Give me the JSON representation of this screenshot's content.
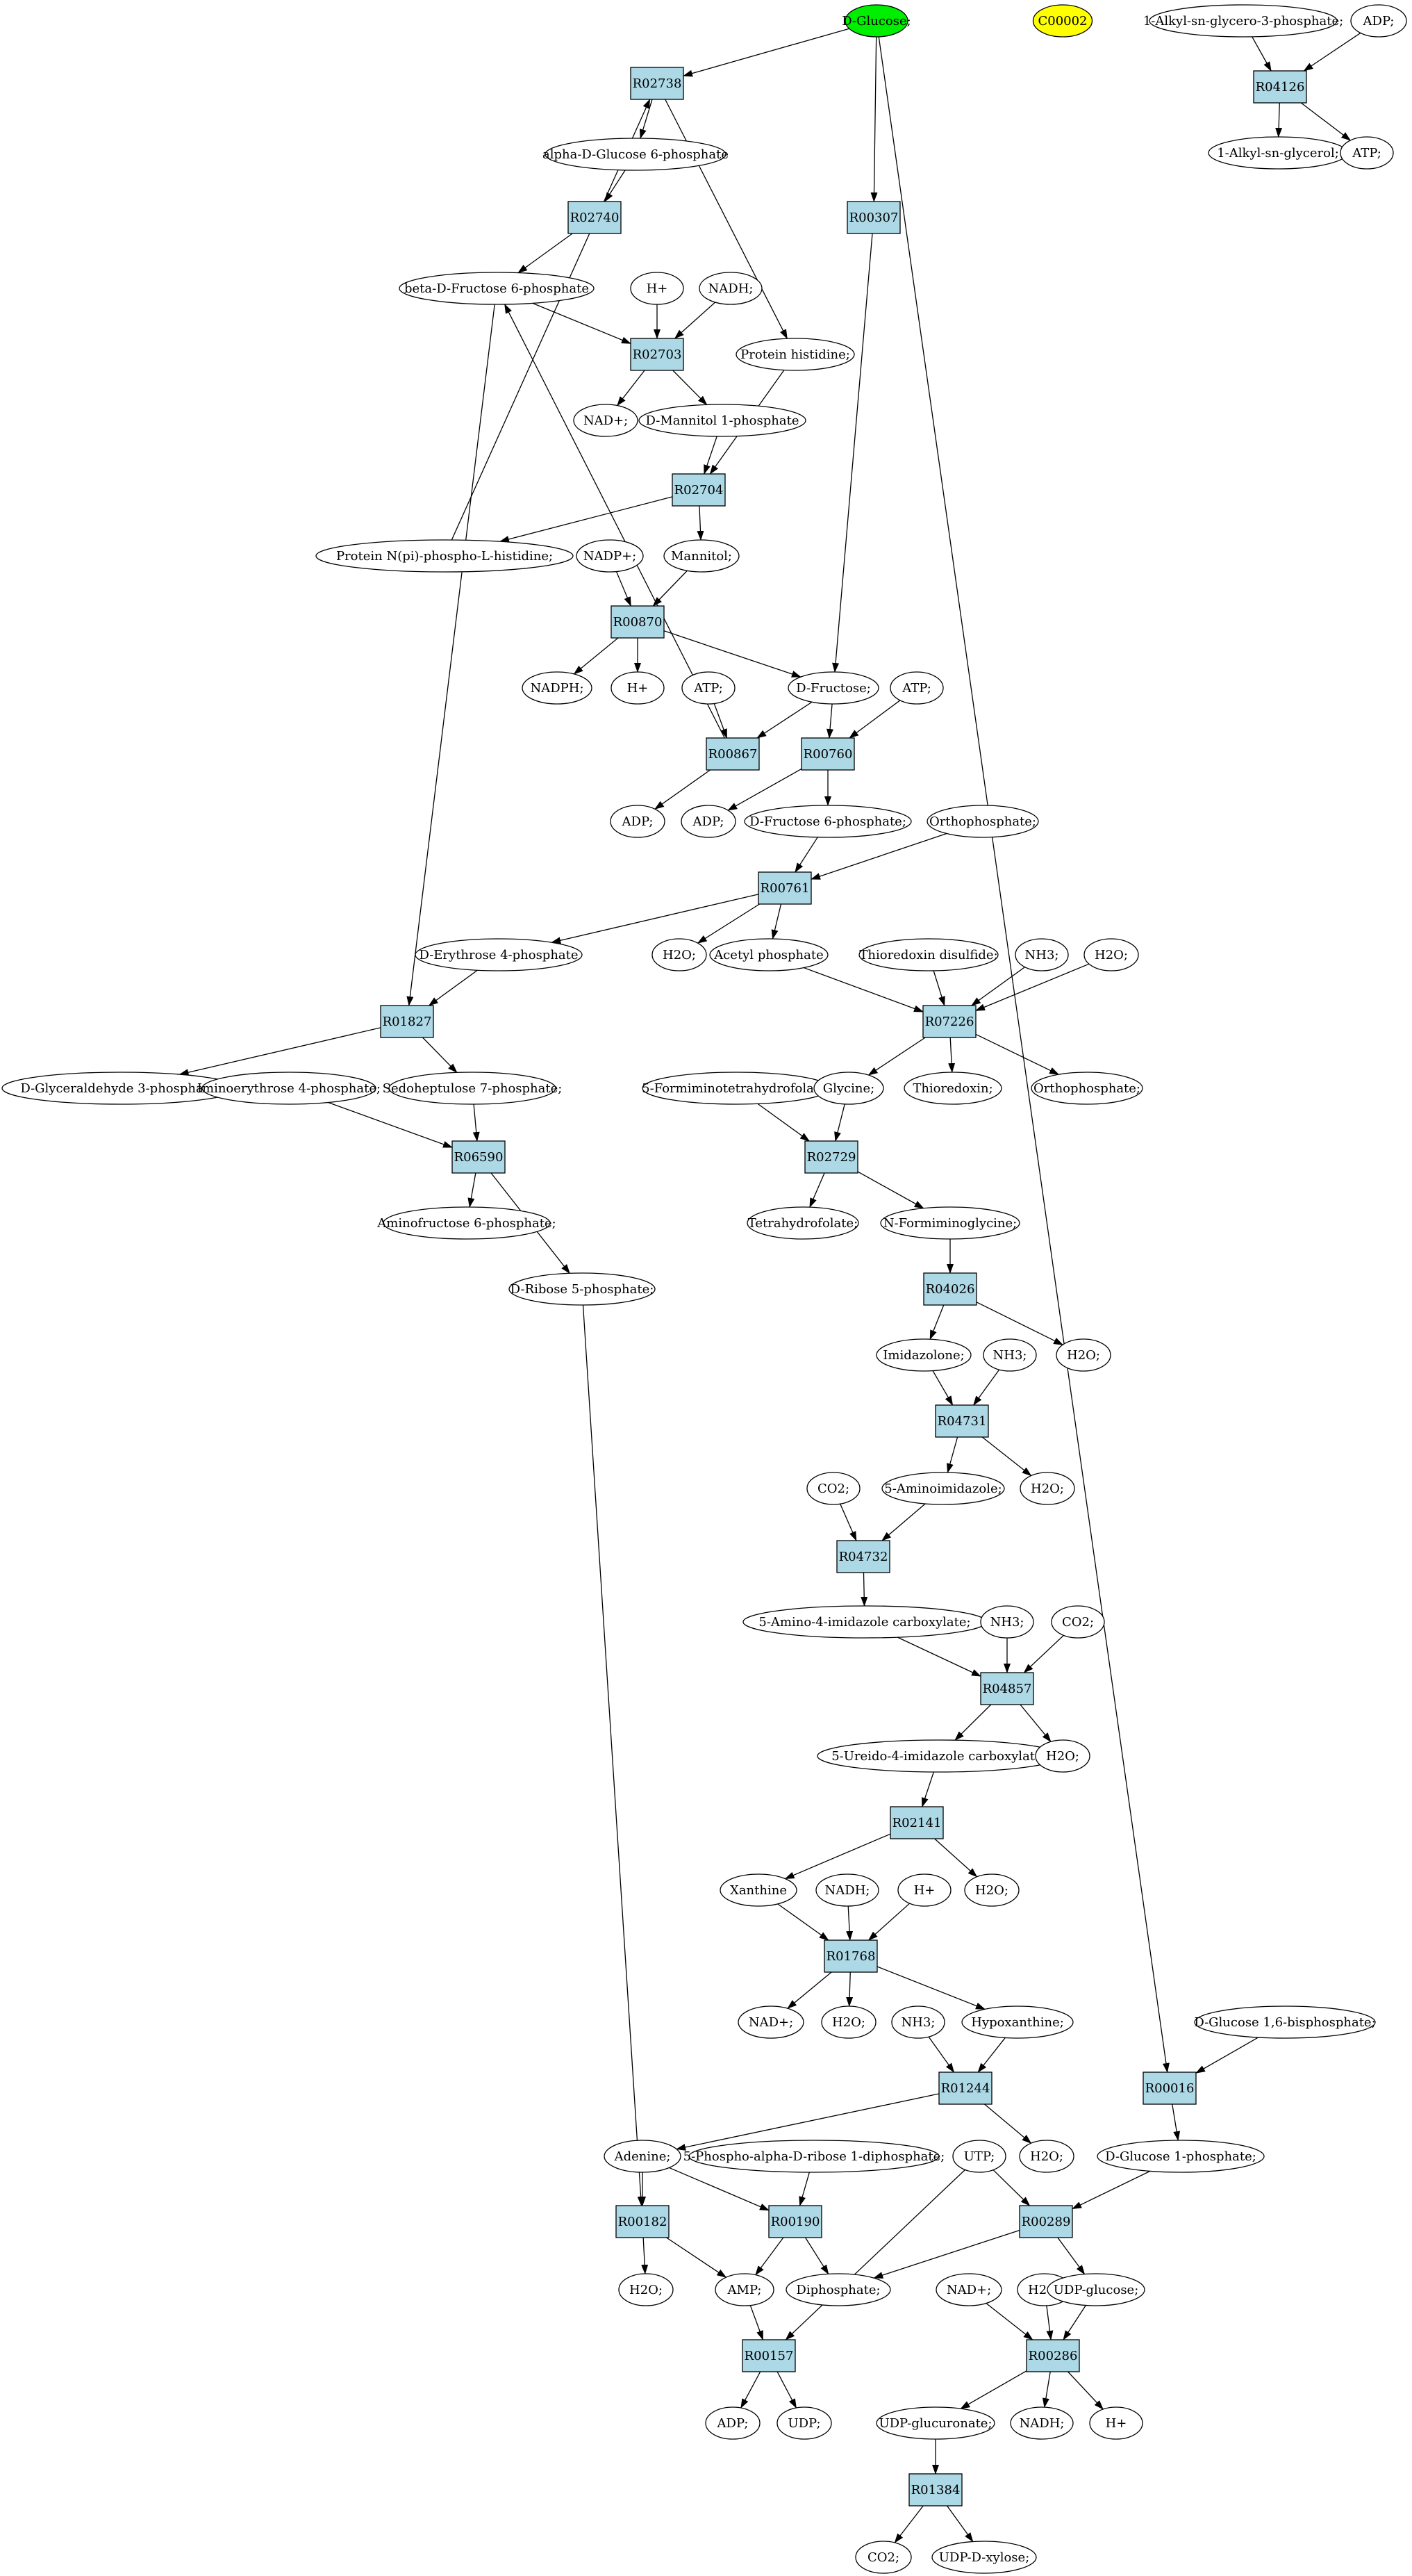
{
  "colors": {
    "metabolite_fill": "#ffffff",
    "reaction_fill": "#add8e6",
    "highlight_fill": "#00ee00",
    "unconnected_fill": "#ffff00",
    "edge": "#000000"
  },
  "metabolites": [
    {
      "id": "m_dglucose",
      "label": "D-Glucose;",
      "fill": "highlight"
    },
    {
      "id": "m_c00002",
      "label": "C00002",
      "fill": "unconnected"
    },
    {
      "id": "m_alkylglycero3p",
      "label": "1-Alkyl-sn-glycero-3-phosphate;"
    },
    {
      "id": "m_adp_top",
      "label": "ADP;"
    },
    {
      "id": "m_alkylglycerol",
      "label": "1-Alkyl-sn-glycerol;"
    },
    {
      "id": "m_atp_top",
      "label": "ATP;"
    },
    {
      "id": "m_aglc6p",
      "label": "alpha-D-Glucose 6-phosphate"
    },
    {
      "id": "m_bfru6p",
      "label": "beta-D-Fructose 6-phosphate"
    },
    {
      "id": "m_hplus1",
      "label": "H+"
    },
    {
      "id": "m_nadh1",
      "label": "NADH;"
    },
    {
      "id": "m_prothis",
      "label": "Protein histidine;"
    },
    {
      "id": "m_nad1",
      "label": "NAD+;"
    },
    {
      "id": "m_mannitol1p",
      "label": "D-Mannitol 1-phosphate"
    },
    {
      "id": "m_protnpi",
      "label": "Protein N(pi)-phospho-L-histidine;"
    },
    {
      "id": "m_nadp",
      "label": "NADP+;"
    },
    {
      "id": "m_mannitol",
      "label": "Mannitol;"
    },
    {
      "id": "m_nadph",
      "label": "NADPH;"
    },
    {
      "id": "m_hplus2",
      "label": "H+"
    },
    {
      "id": "m_atp1",
      "label": "ATP;"
    },
    {
      "id": "m_dfructose",
      "label": "D-Fructose;"
    },
    {
      "id": "m_atp2",
      "label": "ATP;"
    },
    {
      "id": "m_adp1",
      "label": "ADP;"
    },
    {
      "id": "m_adp2",
      "label": "ADP;"
    },
    {
      "id": "m_dfru6p",
      "label": "D-Fructose 6-phosphate;"
    },
    {
      "id": "m_orthop1",
      "label": "Orthophosphate;"
    },
    {
      "id": "m_ery4p",
      "label": "D-Erythrose 4-phosphate"
    },
    {
      "id": "m_h2o_a",
      "label": "H2O;"
    },
    {
      "id": "m_acetylp",
      "label": "Acetyl phosphate"
    },
    {
      "id": "m_thiodis",
      "label": "Thioredoxin disulfide;"
    },
    {
      "id": "m_nh3_a",
      "label": "NH3;"
    },
    {
      "id": "m_h2o_b",
      "label": "H2O;"
    },
    {
      "id": "m_gap",
      "label": "D-Glyceraldehyde 3-phosphate;"
    },
    {
      "id": "m_iminoery",
      "label": "Iminoerythrose 4-phosphate;"
    },
    {
      "id": "m_sed7p",
      "label": "Sedoheptulose 7-phosphate;"
    },
    {
      "id": "m_formthf",
      "label": "5-Formiminotetrahydrofolate;"
    },
    {
      "id": "m_glycine",
      "label": "Glycine;"
    },
    {
      "id": "m_thioredoxin",
      "label": "Thioredoxin;"
    },
    {
      "id": "m_orthop2",
      "label": "Orthophosphate;"
    },
    {
      "id": "m_aminofru6p",
      "label": "Aminofructose 6-phosphate;"
    },
    {
      "id": "m_thf",
      "label": "Tetrahydrofolate;"
    },
    {
      "id": "m_formgly",
      "label": "N-Formiminoglycine;"
    },
    {
      "id": "m_ribose5p",
      "label": "D-Ribose 5-phosphate;"
    },
    {
      "id": "m_imidazolone",
      "label": "Imidazolone;"
    },
    {
      "id": "m_nh3_b",
      "label": "NH3;"
    },
    {
      "id": "m_h2o_c",
      "label": "H2O;"
    },
    {
      "id": "m_co2_a",
      "label": "CO2;"
    },
    {
      "id": "m_aminoimid",
      "label": "5-Aminoimidazole;"
    },
    {
      "id": "m_h2o_d",
      "label": "H2O;"
    },
    {
      "id": "m_aic",
      "label": "5-Amino-4-imidazole carboxylate;"
    },
    {
      "id": "m_nh3_c",
      "label": "NH3;"
    },
    {
      "id": "m_co2_b",
      "label": "CO2;"
    },
    {
      "id": "m_uic",
      "label": "5-Ureido-4-imidazole carboxylate;"
    },
    {
      "id": "m_h2o_e",
      "label": "H2O;"
    },
    {
      "id": "m_xanthine",
      "label": "Xanthine"
    },
    {
      "id": "m_nadh2",
      "label": "NADH;"
    },
    {
      "id": "m_hplus3",
      "label": "H+"
    },
    {
      "id": "m_h2o_f",
      "label": "H2O;"
    },
    {
      "id": "m_nad2",
      "label": "NAD+;"
    },
    {
      "id": "m_h2o_g",
      "label": "H2O;"
    },
    {
      "id": "m_nh3_d",
      "label": "NH3;"
    },
    {
      "id": "m_hypoxanthine",
      "label": "Hypoxanthine;"
    },
    {
      "id": "m_glc16bp",
      "label": "D-Glucose 1,6-bisphosphate;"
    },
    {
      "id": "m_adenine",
      "label": "Adenine;"
    },
    {
      "id": "m_prpp",
      "label": "5-Phospho-alpha-D-ribose 1-diphosphate;"
    },
    {
      "id": "m_utp",
      "label": "UTP;"
    },
    {
      "id": "m_h2o_h",
      "label": "H2O;"
    },
    {
      "id": "m_glc1p",
      "label": "D-Glucose 1-phosphate;"
    },
    {
      "id": "m_h2o_i",
      "label": "H2O;"
    },
    {
      "id": "m_amp",
      "label": "AMP;"
    },
    {
      "id": "m_diphosphate",
      "label": "Diphosphate;"
    },
    {
      "id": "m_nad3",
      "label": "NAD+;"
    },
    {
      "id": "m_h2o_j",
      "label": "H2O;"
    },
    {
      "id": "m_udpglucose",
      "label": "UDP-glucose;"
    },
    {
      "id": "m_adp3",
      "label": "ADP;"
    },
    {
      "id": "m_udp",
      "label": "UDP;"
    },
    {
      "id": "m_udpglucuronate",
      "label": "UDP-glucuronate;"
    },
    {
      "id": "m_nadh3",
      "label": "NADH;"
    },
    {
      "id": "m_hplus4",
      "label": "H+"
    },
    {
      "id": "m_co2_c",
      "label": "CO2;"
    },
    {
      "id": "m_udpxylose",
      "label": "UDP-D-xylose;"
    }
  ],
  "reactions": [
    {
      "id": "r02738",
      "label": "R02738"
    },
    {
      "id": "r04126",
      "label": "R04126"
    },
    {
      "id": "r02740",
      "label": "R02740"
    },
    {
      "id": "r00307",
      "label": "R00307"
    },
    {
      "id": "r02703",
      "label": "R02703"
    },
    {
      "id": "r02704",
      "label": "R02704"
    },
    {
      "id": "r00870",
      "label": "R00870"
    },
    {
      "id": "r00867",
      "label": "R00867"
    },
    {
      "id": "r00760",
      "label": "R00760"
    },
    {
      "id": "r00761",
      "label": "R00761"
    },
    {
      "id": "r01827",
      "label": "R01827"
    },
    {
      "id": "r07226",
      "label": "R07226"
    },
    {
      "id": "r06590",
      "label": "R06590"
    },
    {
      "id": "r02729",
      "label": "R02729"
    },
    {
      "id": "r04026",
      "label": "R04026"
    },
    {
      "id": "r04731",
      "label": "R04731"
    },
    {
      "id": "r04732",
      "label": "R04732"
    },
    {
      "id": "r04857",
      "label": "R04857"
    },
    {
      "id": "r02141",
      "label": "R02141"
    },
    {
      "id": "r01768",
      "label": "R01768"
    },
    {
      "id": "r01244",
      "label": "R01244"
    },
    {
      "id": "r00016",
      "label": "R00016"
    },
    {
      "id": "r00182",
      "label": "R00182"
    },
    {
      "id": "r00190",
      "label": "R00190"
    },
    {
      "id": "r00289",
      "label": "R00289"
    },
    {
      "id": "r00157",
      "label": "R00157"
    },
    {
      "id": "r00286",
      "label": "R00286"
    },
    {
      "id": "r01384",
      "label": "R01384"
    }
  ],
  "edges": [
    [
      "m_dglucose",
      "r02738"
    ],
    [
      "m_dglucose",
      "r00307"
    ],
    [
      "m_dglucose",
      "r00016"
    ],
    [
      "m_alkylglycero3p",
      "r04126"
    ],
    [
      "m_adp_top",
      "r04126"
    ],
    [
      "r04126",
      "m_alkylglycerol"
    ],
    [
      "r04126",
      "m_atp_top"
    ],
    [
      "r02738",
      "m_aglc6p"
    ],
    [
      "r02738",
      "m_prothis"
    ],
    [
      "m_protnpi",
      "r02738"
    ],
    [
      "m_aglc6p",
      "r02740"
    ],
    [
      "r02740",
      "m_bfru6p"
    ],
    [
      "m_bfru6p",
      "r02703"
    ],
    [
      "m_hplus1",
      "r02703"
    ],
    [
      "m_nadh1",
      "r02703"
    ],
    [
      "r02703",
      "m_nad1"
    ],
    [
      "r02703",
      "m_mannitol1p"
    ],
    [
      "m_bfru6p",
      "r01827"
    ],
    [
      "m_mannitol1p",
      "r02704"
    ],
    [
      "m_prothis",
      "r02704"
    ],
    [
      "r02704",
      "m_protnpi"
    ],
    [
      "r02704",
      "m_mannitol"
    ],
    [
      "m_nadp",
      "r00870"
    ],
    [
      "m_mannitol",
      "r00870"
    ],
    [
      "r00870",
      "m_nadph"
    ],
    [
      "r00870",
      "m_hplus2"
    ],
    [
      "r00870",
      "m_dfructose"
    ],
    [
      "r00307",
      "m_dfructose"
    ],
    [
      "m_atp1",
      "r00867"
    ],
    [
      "m_dfructose",
      "r00867"
    ],
    [
      "r00867",
      "m_adp1"
    ],
    [
      "r00867",
      "m_bfru6p"
    ],
    [
      "m_dfructose",
      "r00760"
    ],
    [
      "m_atp2",
      "r00760"
    ],
    [
      "r00760",
      "m_adp2"
    ],
    [
      "r00760",
      "m_dfru6p"
    ],
    [
      "m_dfru6p",
      "r00761"
    ],
    [
      "m_orthop1",
      "r00761"
    ],
    [
      "r00761",
      "m_ery4p"
    ],
    [
      "r00761",
      "m_h2o_a"
    ],
    [
      "r00761",
      "m_acetylp"
    ],
    [
      "m_ery4p",
      "r01827"
    ],
    [
      "r01827",
      "m_gap"
    ],
    [
      "r01827",
      "m_sed7p"
    ],
    [
      "m_acetylp",
      "r07226"
    ],
    [
      "m_thiodis",
      "r07226"
    ],
    [
      "m_nh3_a",
      "r07226"
    ],
    [
      "m_h2o_b",
      "r07226"
    ],
    [
      "r07226",
      "m_glycine"
    ],
    [
      "r07226",
      "m_thioredoxin"
    ],
    [
      "r07226",
      "m_orthop2"
    ],
    [
      "m_iminoery",
      "r06590"
    ],
    [
      "m_sed7p",
      "r06590"
    ],
    [
      "r06590",
      "m_aminofru6p"
    ],
    [
      "r06590",
      "m_ribose5p"
    ],
    [
      "m_formthf",
      "r02729"
    ],
    [
      "m_glycine",
      "r02729"
    ],
    [
      "r02729",
      "m_thf"
    ],
    [
      "r02729",
      "m_formgly"
    ],
    [
      "m_formgly",
      "r04026"
    ],
    [
      "r04026",
      "m_imidazolone"
    ],
    [
      "r04026",
      "m_h2o_c"
    ],
    [
      "m_imidazolone",
      "r04731"
    ],
    [
      "m_nh3_b",
      "r04731"
    ],
    [
      "r04731",
      "m_aminoimid"
    ],
    [
      "r04731",
      "m_h2o_d"
    ],
    [
      "m_co2_a",
      "r04732"
    ],
    [
      "m_aminoimid",
      "r04732"
    ],
    [
      "r04732",
      "m_aic"
    ],
    [
      "m_aic",
      "r04857"
    ],
    [
      "m_nh3_c",
      "r04857"
    ],
    [
      "m_co2_b",
      "r04857"
    ],
    [
      "r04857",
      "m_uic"
    ],
    [
      "r04857",
      "m_h2o_e"
    ],
    [
      "m_uic",
      "r02141"
    ],
    [
      "r02141",
      "m_xanthine"
    ],
    [
      "r02141",
      "m_h2o_f"
    ],
    [
      "m_xanthine",
      "r01768"
    ],
    [
      "m_nadh2",
      "r01768"
    ],
    [
      "m_hplus3",
      "r01768"
    ],
    [
      "r01768",
      "m_nad2"
    ],
    [
      "r01768",
      "m_h2o_g"
    ],
    [
      "r01768",
      "m_hypoxanthine"
    ],
    [
      "m_nh3_d",
      "r01244"
    ],
    [
      "m_hypoxanthine",
      "r01244"
    ],
    [
      "r01244",
      "m_adenine"
    ],
    [
      "r01244",
      "m_h2o_h"
    ],
    [
      "m_glc16bp",
      "r00016"
    ],
    [
      "r00016",
      "m_glc1p"
    ],
    [
      "m_ribose5p",
      "r00182"
    ],
    [
      "m_adenine",
      "r00182"
    ],
    [
      "r00182",
      "m_h2o_i"
    ],
    [
      "r00182",
      "m_amp"
    ],
    [
      "m_adenine",
      "r00190"
    ],
    [
      "m_prpp",
      "r00190"
    ],
    [
      "r00190",
      "m_amp"
    ],
    [
      "r00190",
      "m_diphosphate"
    ],
    [
      "m_utp",
      "r00289"
    ],
    [
      "m_glc1p",
      "r00289"
    ],
    [
      "r00289",
      "m_diphosphate"
    ],
    [
      "r00289",
      "m_udpglucose"
    ],
    [
      "m_amp",
      "r00157"
    ],
    [
      "m_utp",
      "r00157"
    ],
    [
      "r00157",
      "m_adp3"
    ],
    [
      "r00157",
      "m_udp"
    ],
    [
      "m_nad3",
      "r00286"
    ],
    [
      "m_h2o_j",
      "r00286"
    ],
    [
      "m_udpglucose",
      "r00286"
    ],
    [
      "r00286",
      "m_udpglucuronate"
    ],
    [
      "r00286",
      "m_nadh3"
    ],
    [
      "r00286",
      "m_hplus4"
    ],
    [
      "m_udpglucuronate",
      "r01384"
    ],
    [
      "r01384",
      "m_co2_c"
    ],
    [
      "r01384",
      "m_udpxylose"
    ]
  ]
}
